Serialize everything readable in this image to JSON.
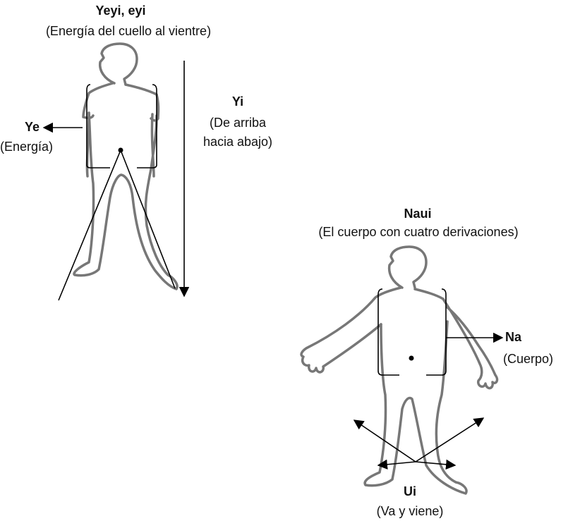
{
  "figure_left": {
    "title": "Yeyi, eyi",
    "subtitle": "(Energía del cuello al vientre)",
    "ye": {
      "title": "Ye",
      "desc": "(Energía)"
    },
    "yi": {
      "title": "Yi",
      "desc_line1": "(De arriba",
      "desc_line2": "hacia abajo)"
    }
  },
  "figure_right": {
    "title": "Naui",
    "subtitle": "(El cuerpo con cuatro derivaciones)",
    "na": {
      "title": "Na",
      "desc": "(Cuerpo)"
    },
    "ui": {
      "title": "Ui",
      "desc": "(Va y viene)"
    }
  },
  "colors": {
    "body_outline": "#777777",
    "lines": "#000000",
    "text": "#111111"
  }
}
